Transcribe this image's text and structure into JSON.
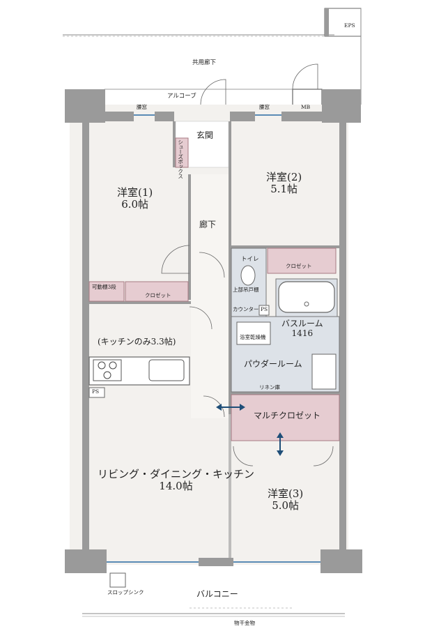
{
  "floor_plan": {
    "outside": {
      "eps": "EPS",
      "corridor": "共用廊下",
      "alcove": "アルコーブ",
      "mb": "MB",
      "balcony": "バルコニー",
      "slop_sink": "スロップシンク",
      "laundry_rack": "物干金物"
    },
    "rooms": {
      "entrance": "玄関",
      "shoe_box": "シューズボックス",
      "hallway": "廊下",
      "western1": {
        "name": "洋室(1)",
        "size": "6.0帖"
      },
      "western2": {
        "name": "洋室(2)",
        "size": "5.1帖"
      },
      "western3": {
        "name": "洋室(3)",
        "size": "5.0帖"
      },
      "toilet": "トイレ",
      "toilet_shelf": "上部吊戸棚",
      "toilet_counter": "カウンター",
      "ps_toilet": "PS",
      "bathroom": {
        "name": "バスルーム",
        "size": "1416"
      },
      "dryer": "浴室乾燥機",
      "powder": "パウダールーム",
      "linen": "リネン庫",
      "multi_closet": "マルチクロゼット",
      "kitchen_note": "(キッチンのみ3.3帖)",
      "ldk": {
        "name": "リビング・ダイニング・キッチン",
        "size": "14.0帖"
      },
      "ps_kitchen": "PS"
    },
    "storage": {
      "movable_shelf": "可動棚3段",
      "closet1": "クロゼット",
      "closet2": "クロゼット"
    },
    "windows": {
      "window1": "腰窓",
      "window2": "腰窓"
    },
    "colors": {
      "wall": "#9a9a9a",
      "wall_dark": "#8c8c8c",
      "floor": "#f3f1ee",
      "wet_area": "#dde2e8",
      "closet": "#e6ccd1",
      "closet_border": "#a77a83",
      "arrow": "#1e4e78"
    }
  }
}
